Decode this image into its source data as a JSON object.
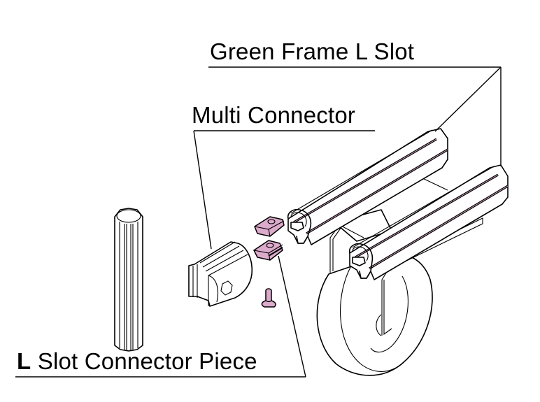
{
  "diagram": {
    "type": "exploded-assembly-diagram",
    "labels": {
      "green_frame": {
        "text": "Green Frame L Slot"
      },
      "multi_connector": {
        "text": "Multi Connector"
      },
      "l_slot_piece": {
        "prefix": "L",
        "text": " Slot Connector Piece"
      }
    },
    "parts": [
      {
        "id": "tube",
        "name": "Octagonal tube"
      },
      {
        "id": "multi-connector",
        "name": "Multi Connector"
      },
      {
        "id": "l-slot-nut-upper",
        "name": "L Slot Connector Piece (upper)"
      },
      {
        "id": "l-slot-nut-lower",
        "name": "L Slot Connector Piece (lower)"
      },
      {
        "id": "screw",
        "name": "Screw"
      },
      {
        "id": "rail-left",
        "name": "Green Frame L Slot rail (left)"
      },
      {
        "id": "rail-right",
        "name": "Green Frame L Slot rail (right)"
      },
      {
        "id": "caster-wheel",
        "name": "Caster wheel"
      }
    ],
    "colors": {
      "line": "#000000",
      "background": "#ffffff",
      "connector_pink": "#dcaacb"
    }
  }
}
